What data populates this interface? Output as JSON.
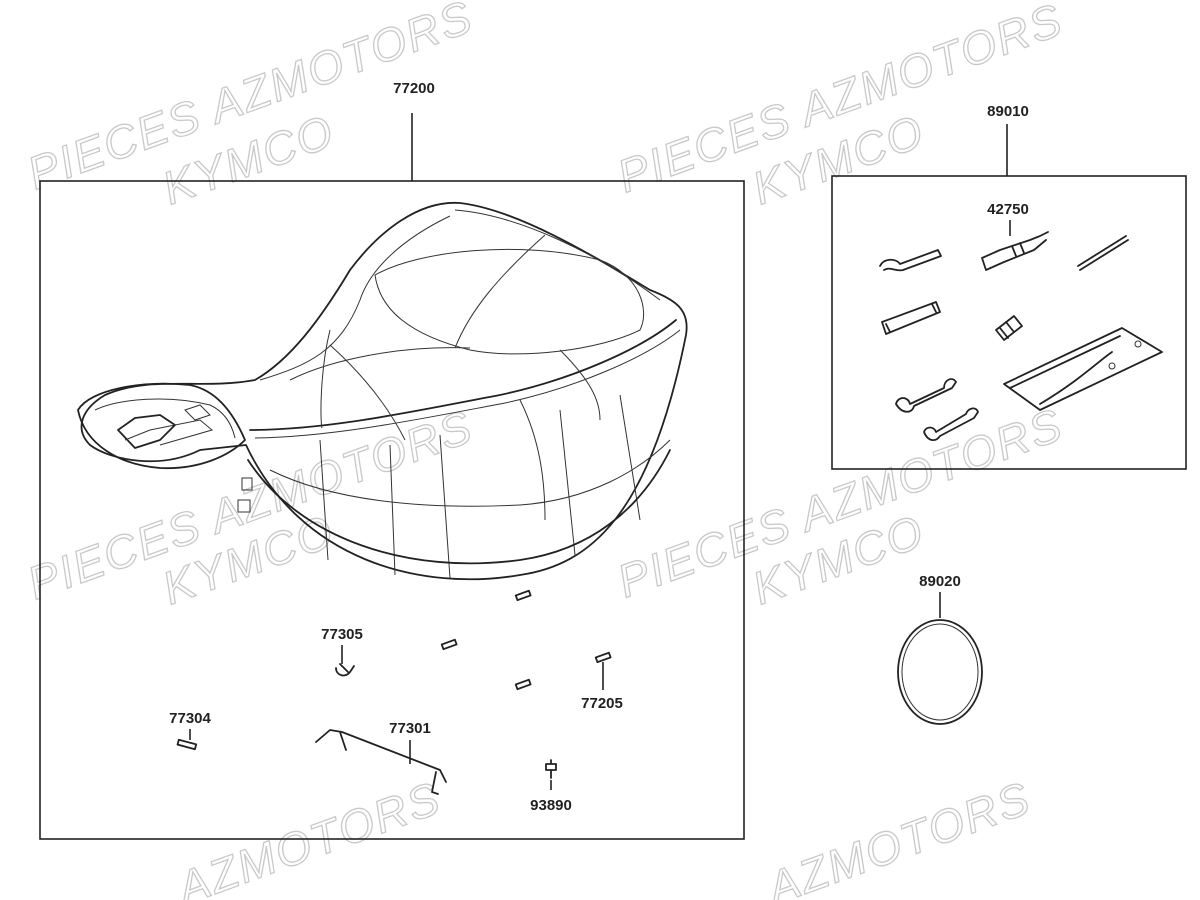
{
  "watermarks": [
    {
      "text": "PIECES AZMOTORS"
    },
    {
      "text": "KYMCO"
    },
    {
      "text": "PIECES AZMOTORS"
    },
    {
      "text": "KYMCO"
    },
    {
      "text": "PIECES AZMOTORS"
    },
    {
      "text": "KYMCO"
    },
    {
      "text": "PIECES AZMOTORS"
    },
    {
      "text": "KYMCO"
    },
    {
      "text": "AZMOTORS"
    },
    {
      "text": "AZMOTORS"
    }
  ],
  "labels": {
    "seat_assy": "77200",
    "tool_kit": "89010",
    "tool_item": "42750",
    "band": "89020",
    "hook": "77305",
    "clip": "77205",
    "cushion": "77304",
    "wire": "77301",
    "bolt": "93890"
  }
}
